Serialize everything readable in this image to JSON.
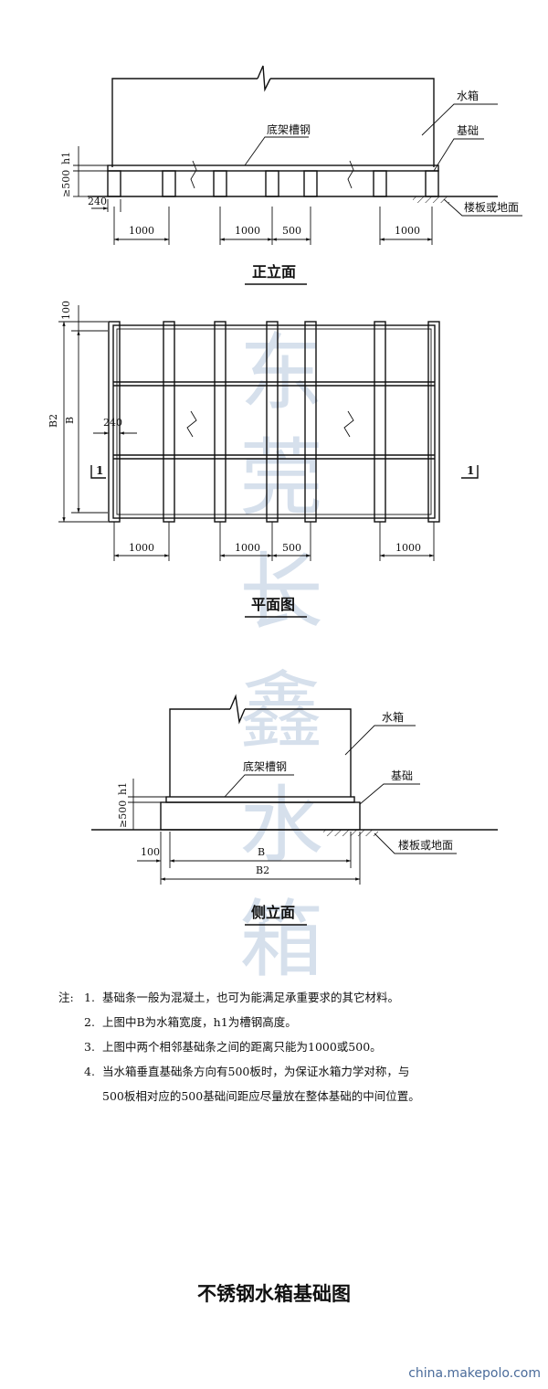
{
  "front_view": {
    "title": "正立面",
    "label_tank": "水箱",
    "label_channel": "底架槽钢",
    "label_foundation": "基础",
    "label_floor": "楼板或地面",
    "dim_h1": "h1",
    "dim_500": "≥500",
    "dim_240": "240",
    "dims_bottom": [
      "1000",
      "1000",
      "500",
      "1000"
    ]
  },
  "plan_view": {
    "title": "平面图",
    "dim_100": "100",
    "dim_B2": "B2",
    "dim_B": "B",
    "dim_240": "240",
    "section_mark": "1",
    "dims_bottom": [
      "1000",
      "1000",
      "500",
      "1000"
    ]
  },
  "side_view": {
    "title": "侧立面",
    "label_tank": "水箱",
    "label_channel": "底架槽钢",
    "label_foundation": "基础",
    "label_floor": "楼板或地面",
    "dim_h1": "h1",
    "dim_500": "≥500",
    "dim_100": "100",
    "dim_B": "B",
    "dim_B2": "B2"
  },
  "watermark": [
    "东",
    "莞",
    "长",
    "鑫",
    "水",
    "箱"
  ],
  "notes": {
    "prefix": "注:",
    "items": [
      {
        "num": "1.",
        "text": "基础条一般为混凝土，也可为能满足承重要求的其它材料。"
      },
      {
        "num": "2.",
        "text": "上图中B为水箱宽度，h1为槽钢高度。"
      },
      {
        "num": "3.",
        "text": "上图中两个相邻基础条之间的距离只能为1000或500。"
      },
      {
        "num": "4.",
        "text": "当水箱垂直基础条方向有500板时，为保证水箱力学对称，与"
      },
      {
        "num": "",
        "text": "500板相对应的500基础间距应尽量放在整体基础的中间位置。"
      }
    ]
  },
  "main_title": "不锈钢水箱基础图",
  "footer": "china.makepolo.com"
}
